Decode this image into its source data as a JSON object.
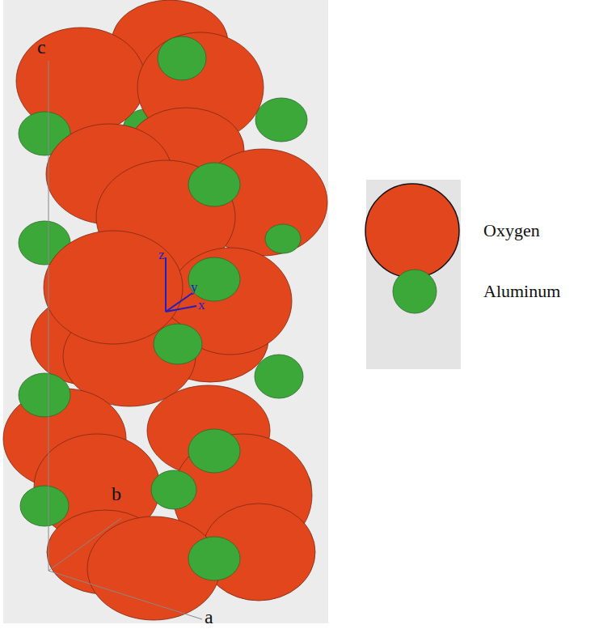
{
  "diagram": {
    "labels": [
      "c",
      "b",
      "a",
      "z",
      "y",
      "x"
    ],
    "legend": [
      {
        "text": "Oxygen",
        "color": "#e2461c"
      },
      {
        "text": "Aluminum",
        "color": "#3ca83a"
      }
    ]
  }
}
